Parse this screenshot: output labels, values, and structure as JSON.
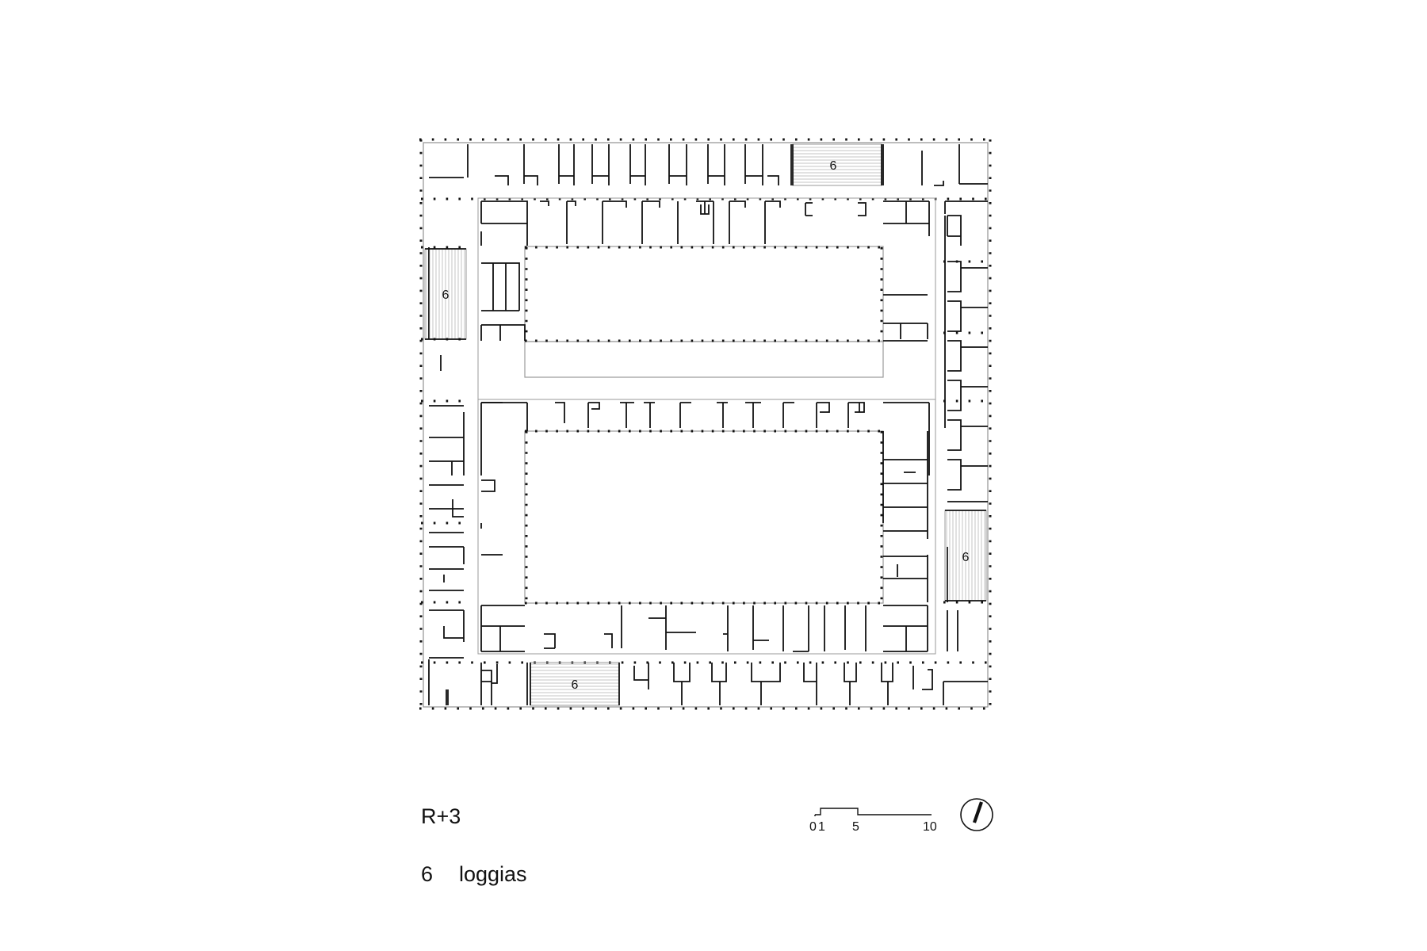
{
  "drawing": {
    "floor_label": "R+3",
    "loggia_tag": "6",
    "legend": [
      {
        "key": "6",
        "label": "loggias"
      }
    ],
    "scale_bar": {
      "ticks": [
        "0",
        "1",
        "5",
        "10"
      ]
    }
  },
  "colors": {
    "ink": "#111111",
    "wall_gray": "#9a9a9a",
    "background": "#ffffff"
  },
  "icons": {
    "north_arrow": "north-arrow-icon"
  }
}
